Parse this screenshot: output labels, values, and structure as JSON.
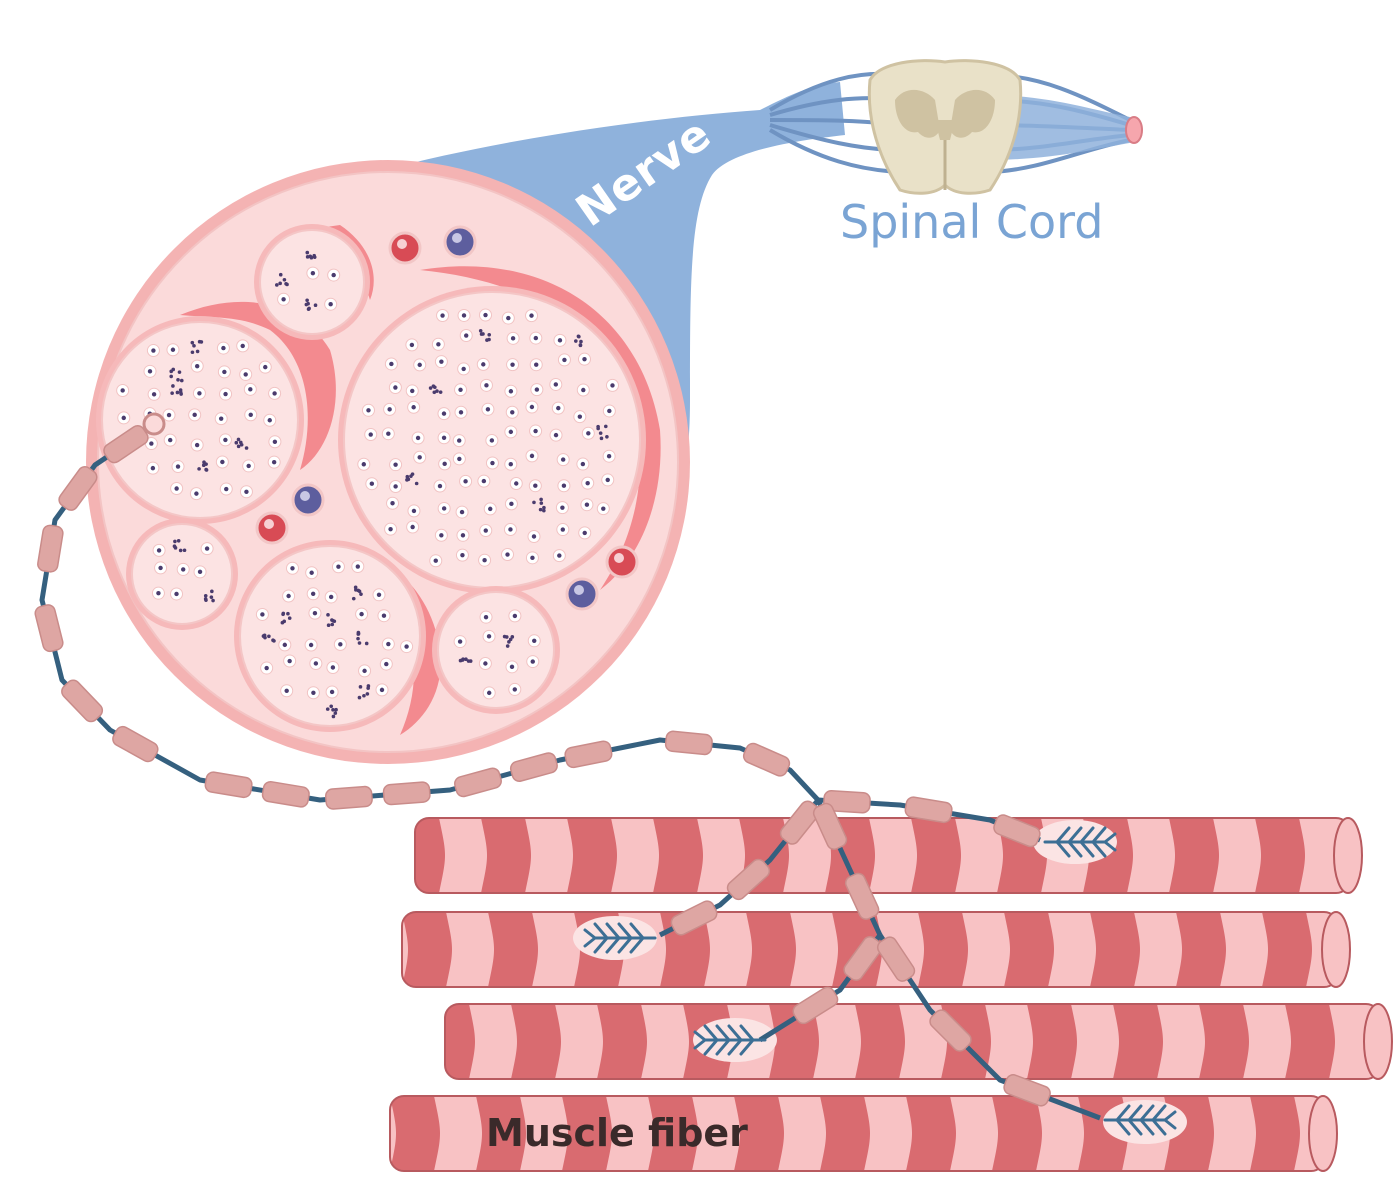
{
  "labels": {
    "nerve": "Nerve",
    "spinal_cord": "Spinal Cord",
    "muscle_fiber": "Muscle fiber"
  },
  "colors": {
    "nerve_blue": "#8fb2dc",
    "nerve_blue_dark": "#6f93c2",
    "nerve_outer": "#f4b3b3",
    "nerve_ring": "#f08a8f",
    "nerve_fill": "#fbdada",
    "fascicle_fill": "#fce3e3",
    "axon_dot": "#ffffff",
    "axon_core": "#4a3b6d",
    "spinal_cord": "#e9e1c8",
    "spinal_gray": "#cfc2a2",
    "myelin": "#dea6a3",
    "myelin_stroke": "#c98c8a",
    "axon_line": "#35607f",
    "muscle_dark": "#d96b70",
    "muscle_light": "#f8c2c4",
    "muscle_stroke": "#b85a5f",
    "terminal": "#3c6f95",
    "artery": "#d84b55",
    "vein": "#5d5e9e",
    "text_dark": "#3a2a2a",
    "text_spinal": "#7aa4d4"
  }
}
